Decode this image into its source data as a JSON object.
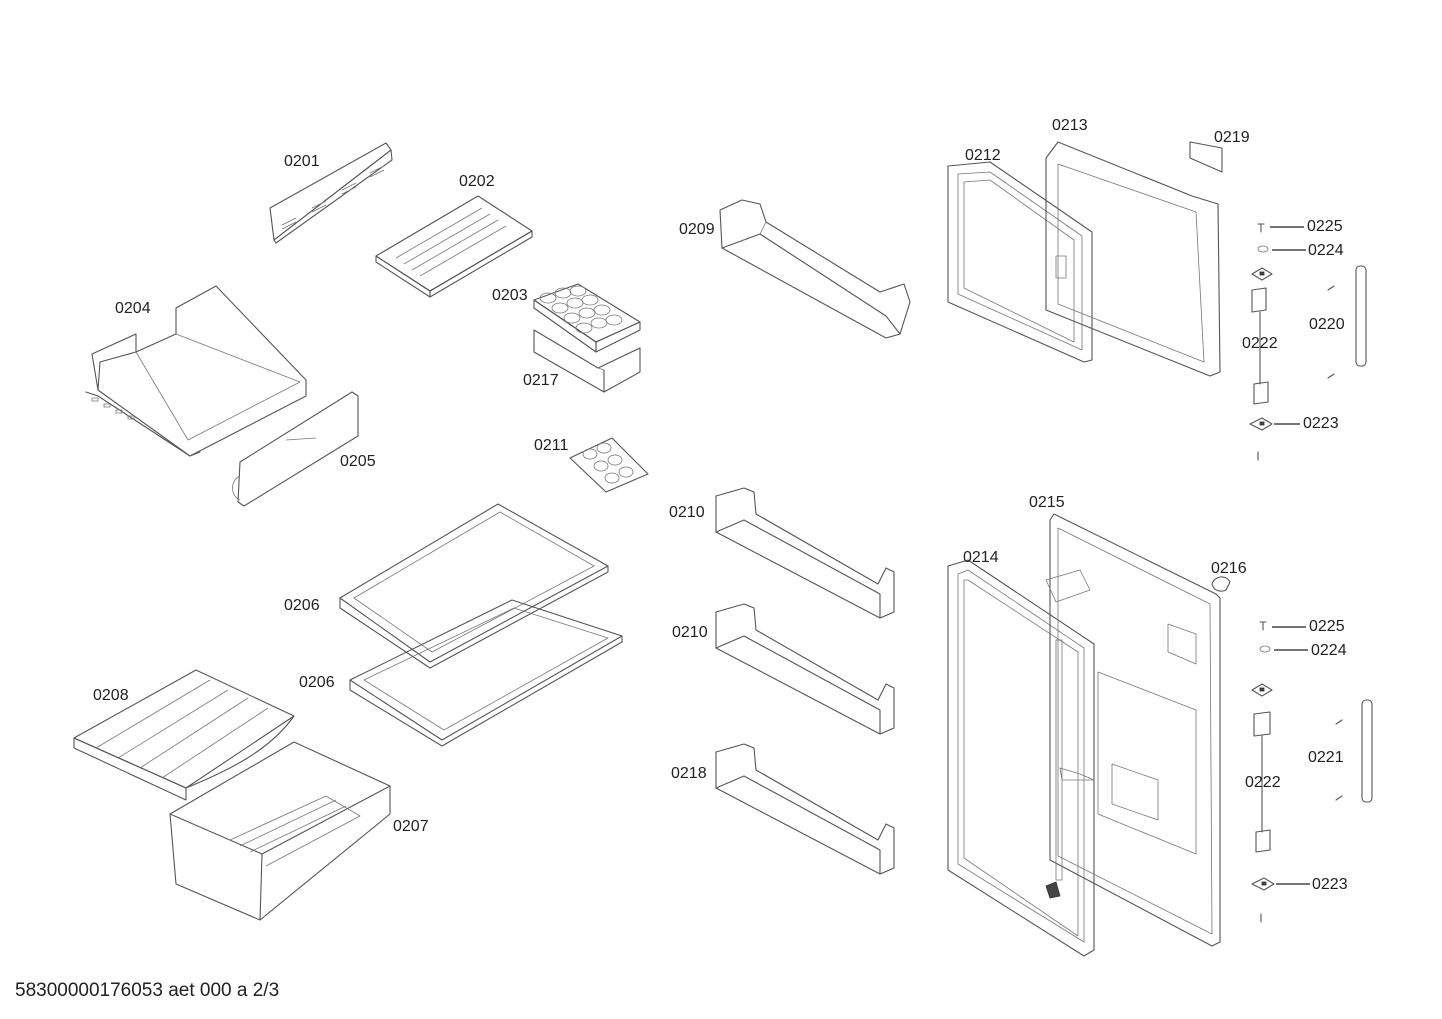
{
  "labels": {
    "p0201": "0201",
    "p0202": "0202",
    "p0203": "0203",
    "p0204": "0204",
    "p0205": "0205",
    "p0206a": "0206",
    "p0206b": "0206",
    "p0207": "0207",
    "p0208": "0208",
    "p0209": "0209",
    "p0210a": "0210",
    "p0210b": "0210",
    "p0211": "0211",
    "p0212": "0212",
    "p0213": "0213",
    "p0214": "0214",
    "p0215": "0215",
    "p0216": "0216",
    "p0217": "0217",
    "p0218": "0218",
    "p0219": "0219",
    "p0220": "0220",
    "p0221": "0221",
    "p0222a": "0222",
    "p0222b": "0222",
    "p0223a": "0223",
    "p0223b": "0223",
    "p0224a": "0224",
    "p0224b": "0224",
    "p0225a": "0225",
    "p0225b": "0225"
  },
  "footer": "58300000176053 aet 000 a 2/3"
}
